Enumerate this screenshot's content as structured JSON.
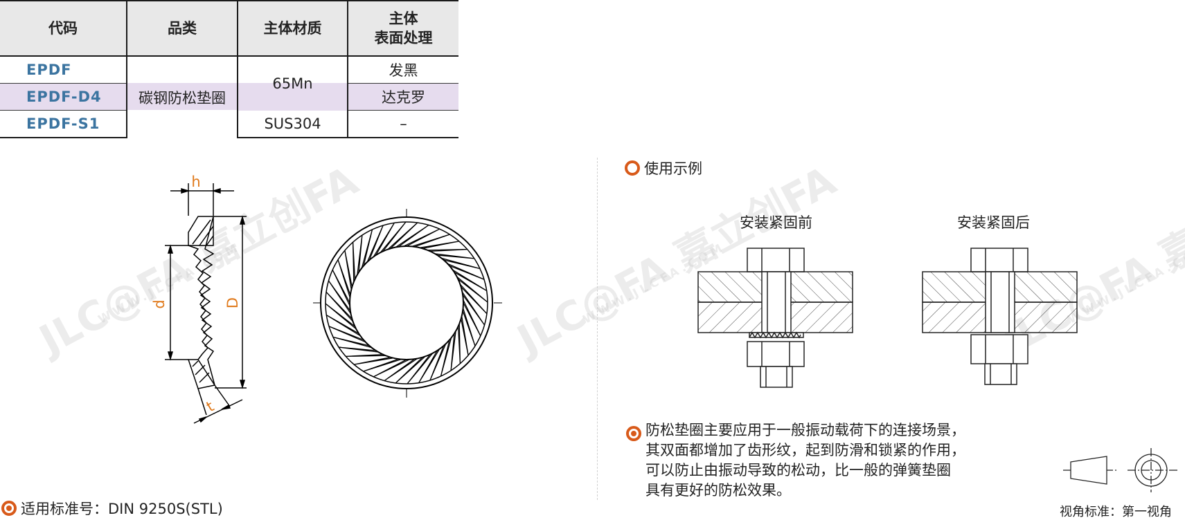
{
  "table": {
    "headers": [
      "代码",
      "品类",
      "主体材质",
      "主体",
      "表面处理"
    ],
    "rows": [
      {
        "code": "EPDF",
        "surface": "发黑"
      },
      {
        "code": "EPDF-D4",
        "surface": "达克罗"
      },
      {
        "code": "EPDF-S1",
        "surface": "–"
      }
    ],
    "category": "碳钢防松垫圈",
    "material_a": "65Mn",
    "material_b": "SUS304"
  },
  "dimensions": {
    "h": "h",
    "d": "d",
    "D": "D",
    "t": "t"
  },
  "usage": {
    "title": "使用示例",
    "before": "安装紧固前",
    "after": "安装紧固后"
  },
  "description": [
    "防松垫圈主要应用于一般振动载荷下的连接场景，",
    "其双面都增加了齿形纹，起到防滑和锁紧的作用，",
    "可以防止由振动导致的松动，比一般的弹簧垫圈",
    "具有更好的防松效果。"
  ],
  "standard": "适用标准号：DIN 9250S(STL)",
  "view_standard": "视角标准：第一视角",
  "watermark": {
    "brand": "JLC@FA 嘉立创FA",
    "url": "WWW.JLCFA.COM"
  },
  "colors": {
    "accent": "#d85a1a",
    "code_blue": "#3b74a0",
    "highlight": "#e6dcee",
    "dim_orange": "#e07a1c"
  }
}
